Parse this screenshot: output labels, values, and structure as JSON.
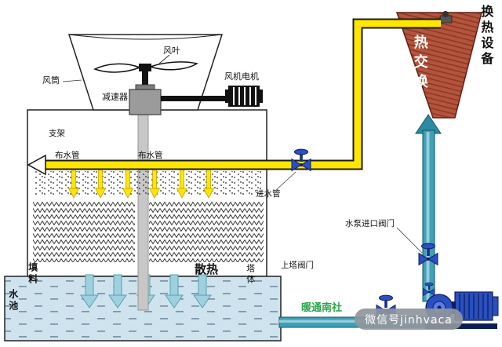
{
  "diagram": {
    "labels": {
      "fan_blade": "风叶",
      "fan_duct": "风筒",
      "reducer": "减速器",
      "fan_motor": "风机电机",
      "support": "支架",
      "water_distribution_pipe_left": "布水管",
      "water_distribution_pipe_right": "布水管",
      "inlet_pipe": "进水管",
      "fill_material": "填料",
      "heat_dissipation": "散热",
      "tower_body": "塔体",
      "water_pool": "水池",
      "pump_inlet_valve": "水泵进口阀门",
      "upper_tower_valve": "上塔阀门",
      "heat_exchange_equipment": "换热设备",
      "heat_exchange": "热交换"
    },
    "watermarks": {
      "green_text": "暖通南社",
      "badge_text": "微信号jinhvaca"
    },
    "colors": {
      "pipe_yellow": "#ffe600",
      "pipe_teal": "#3f9fb5",
      "valve_blue": "#2a4fc0",
      "exchanger_red": "#b5543c",
      "pool_blue": "#cfe3ee",
      "watermark_green": "#2ea44f",
      "watermark_badge_bg": "#8f969c"
    }
  }
}
